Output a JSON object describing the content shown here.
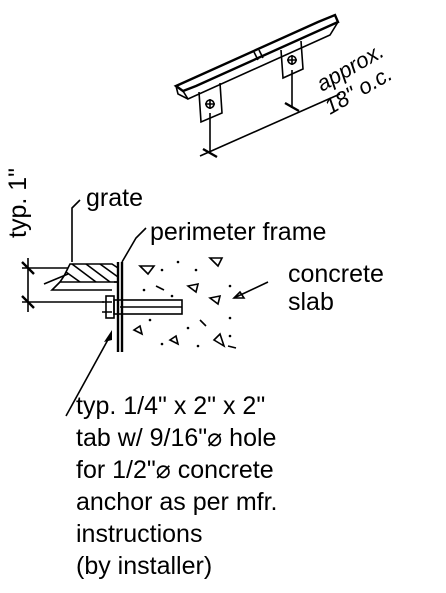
{
  "spacing_label": {
    "line1": "approx.",
    "line2": "18\" o.c."
  },
  "height_label": "typ. 1\"",
  "grate_label": "grate",
  "frame_label": "perimeter frame",
  "slab_label": {
    "line1": "concrete",
    "line2": "slab"
  },
  "tab_note": {
    "line1": "typ. 1/4\" x 2\" x 2\"",
    "line2": "tab w/ 9/16\"⌀ hole",
    "line3": "for 1/2\"⌀ concrete",
    "line4": "anchor as per mfr.",
    "line5": "instructions",
    "line6": "(by installer)"
  }
}
